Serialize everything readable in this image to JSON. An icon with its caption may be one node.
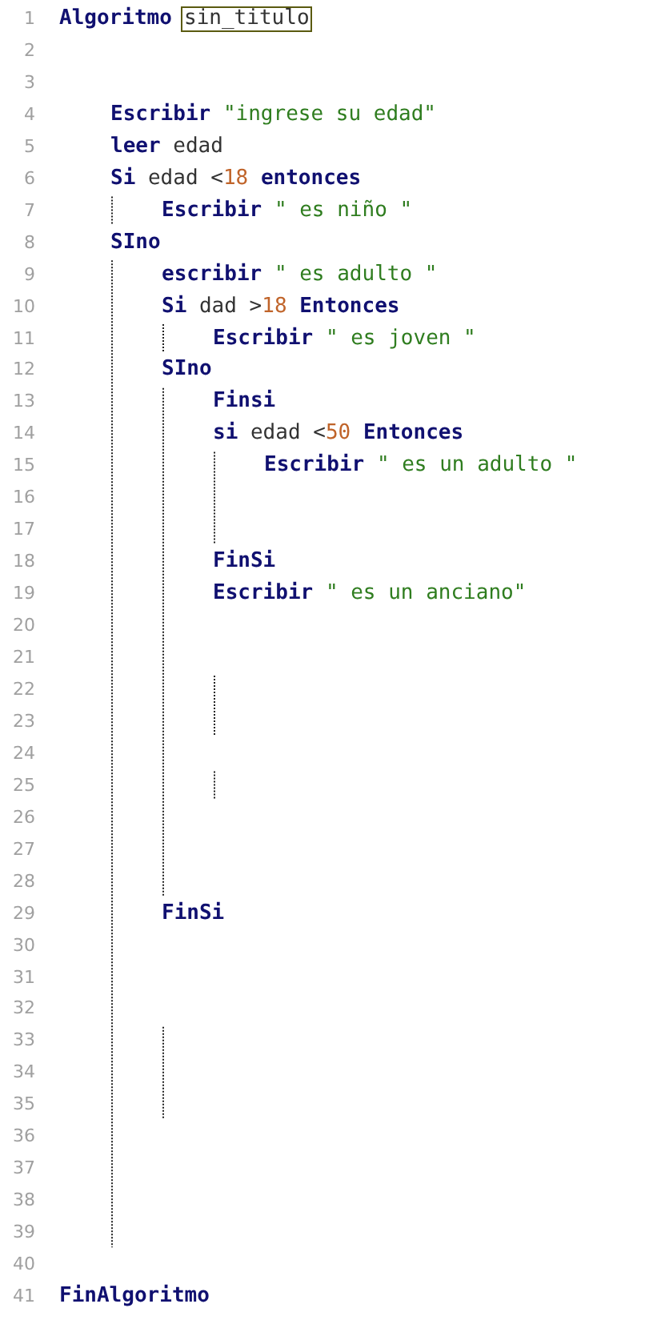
{
  "diagram": {
    "labels": [
      "1",
      "Algoritmo",
      "sin_titulo",
      "2",
      "3",
      "4",
      "**Escribir** \"ingrese su edad\"",
      "5",
      "**leer** edad",
      "6",
      "**Si** edad <18 **entonces**",
      "7",
      "**Escribir** \" es niño \"",
      "8",
      "SIno",
      "9",
      "**escribir** \" es adulto \"",
      "10",
      "**Si** dad >18 **Entonces**",
      "11",
      "**Escribir** \" es joven \"",
      "12",
      "SIno",
      "13",
      "Finsi",
      "14",
      "**si** edad <50 **Entonces**",
      "15",
      "**Escribir** \" es un adulto \"",
      "16",
      "17",
      "18",
      "FinSi",
      "19",
      "**Escribir** \" es un anciano\"",
      "20",
      "21",
      "22",
      "23",
      "24",
      "25",
      "26",
      "27",
      "28",
      "29",
      "FinSi",
      "30",
      "31",
      "32",
      "33",
      "34",
      "35",
      "36",
      "37",
      "38",
      "39",
      "40",
      "41",
      "FinAlgoritmo"
    ]
  }
}
